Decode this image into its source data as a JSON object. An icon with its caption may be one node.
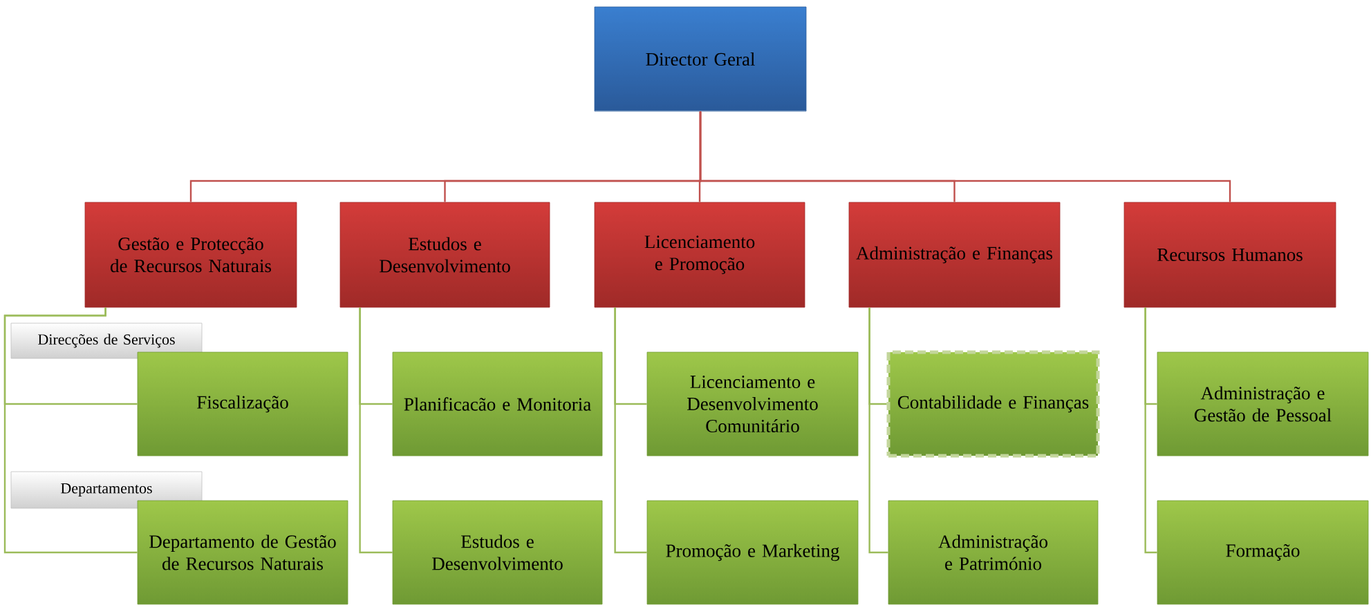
{
  "diagram": {
    "nodes": [
      {
        "text": [
          "Director Geral"
        ]
      },
      {
        "text": [
          "Gestão e Protecção de Recursos Naturais"
        ]
      },
      {
        "text": [
          "Estudos e Desenvolvimento"
        ]
      },
      {
        "text": [
          "Licenciamento e Promoção"
        ]
      },
      {
        "text": [
          "Administração e Finanças"
        ]
      },
      {
        "text": [
          "Recursos Humanos"
        ]
      },
      {
        "text": [
          "Direcções de Serviços"
        ]
      },
      {
        "text": [
          "Fiscalização"
        ]
      },
      {
        "text": [
          "Planificacão e Monitoria"
        ]
      },
      {
        "text": [
          "Licenciamento e Desenvolvimento Comunitário"
        ]
      },
      {
        "text": [
          "Contabilidade e Finanças"
        ]
      },
      {
        "text": [
          "Administração e Gestão de Pessoal"
        ]
      },
      {
        "text": [
          "Departamentos"
        ]
      },
      {
        "text": [
          "Departamento de Gestão de Recursos Naturais"
        ]
      },
      {
        "text": [
          "Estudos e Desenvolvimento"
        ]
      },
      {
        "text": [
          "Promoção e Marketing"
        ]
      },
      {
        "text": [
          "Administração e Património"
        ]
      },
      {
        "text": [
          "Formação"
        ]
      }
    ],
    "edges": [
      {
        "from": 0,
        "to": 1,
        "arrow": "none",
        "color": "#c0504d"
      },
      {
        "from": 0,
        "to": 2,
        "arrow": "none",
        "color": "#c0504d"
      },
      {
        "from": 0,
        "to": 3,
        "arrow": "none",
        "color": "#c0504d"
      },
      {
        "from": 0,
        "to": 4,
        "arrow": "none",
        "color": "#c0504d"
      },
      {
        "from": 0,
        "to": 5,
        "arrow": "none",
        "color": "#c0504d"
      },
      {
        "from": 1,
        "to": 7,
        "arrow": "none"
      },
      {
        "from": 1,
        "to": 13,
        "arrow": "none"
      },
      {
        "from": 2,
        "to": 8,
        "arrow": "none"
      },
      {
        "from": 2,
        "to": 14,
        "arrow": "none"
      },
      {
        "from": 3,
        "to": 9,
        "arrow": "none"
      },
      {
        "from": 3,
        "to": 15,
        "arrow": "none"
      },
      {
        "from": 4,
        "to": 10,
        "arrow": "none"
      },
      {
        "from": 4,
        "to": 16,
        "arrow": "none"
      },
      {
        "from": 5,
        "to": 11,
        "arrow": "none"
      },
      {
        "from": 5,
        "to": 17,
        "arrow": "none"
      }
    ]
  }
}
